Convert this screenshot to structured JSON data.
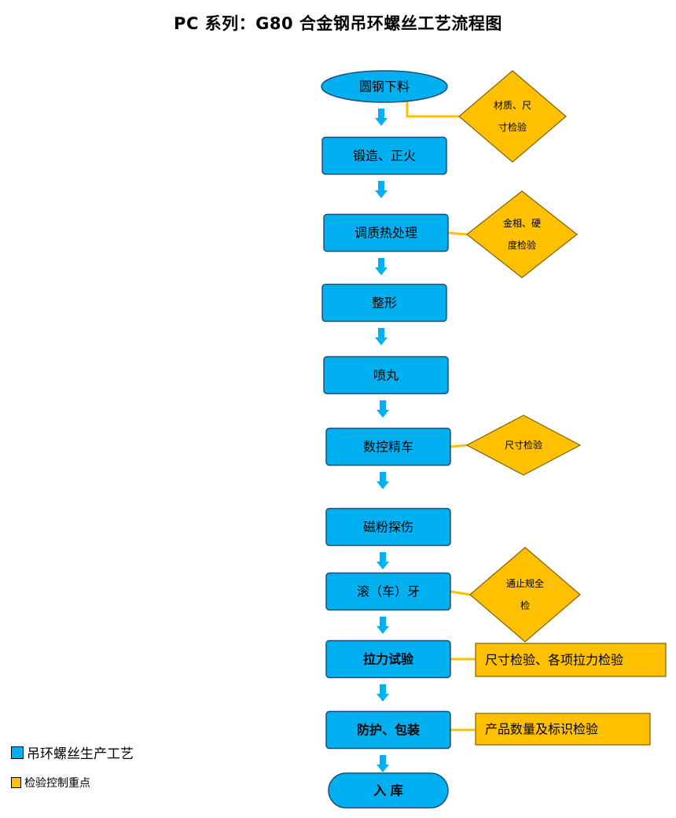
{
  "title": "PC 系列：G80 合金钢吊环螺丝工艺流程图",
  "colors": {
    "process_fill": "#00B0F0",
    "process_stroke": "#1F4E79",
    "inspection_fill": "#FFC000",
    "inspection_stroke": "#7F6000",
    "arrow": "#00B0F0",
    "connector": "#FFC000"
  },
  "steps": [
    {
      "label": "圆钢下料",
      "shape": "ellipse"
    },
    {
      "label": "锻造、正火",
      "shape": "rect"
    },
    {
      "label": "调质热处理",
      "shape": "rect"
    },
    {
      "label": "整形",
      "shape": "rect"
    },
    {
      "label": "喷丸",
      "shape": "rect"
    },
    {
      "label": "数控精车",
      "shape": "rect"
    },
    {
      "label": "磁粉探伤",
      "shape": "rect"
    },
    {
      "label": "滚（车）牙",
      "shape": "rect"
    },
    {
      "label": "拉力试验",
      "shape": "rect",
      "bold": true
    },
    {
      "label": "防护、包装",
      "shape": "rect",
      "bold": true
    },
    {
      "label": "入  库",
      "shape": "terminal",
      "bold": true
    }
  ],
  "inspections": [
    {
      "step": 0,
      "shape": "diamond",
      "lines": [
        "材质、尺",
        "寸检验"
      ]
    },
    {
      "step": 2,
      "shape": "diamond",
      "lines": [
        "金相、硬",
        "度检验"
      ]
    },
    {
      "step": 5,
      "shape": "diamond",
      "lines": [
        "尺寸检验"
      ]
    },
    {
      "step": 7,
      "shape": "diamond",
      "lines": [
        "通止规全",
        "检"
      ]
    },
    {
      "step": 8,
      "shape": "rect",
      "lines": [
        "尺寸检验、各项拉力检验"
      ]
    },
    {
      "step": 9,
      "shape": "rect",
      "lines": [
        "产品数量及标识检验"
      ]
    }
  ],
  "legend": [
    {
      "label": "吊环螺丝生产工艺",
      "color": "#00B0F0"
    },
    {
      "label": "检验控制重点",
      "color": "#FFC000"
    }
  ]
}
